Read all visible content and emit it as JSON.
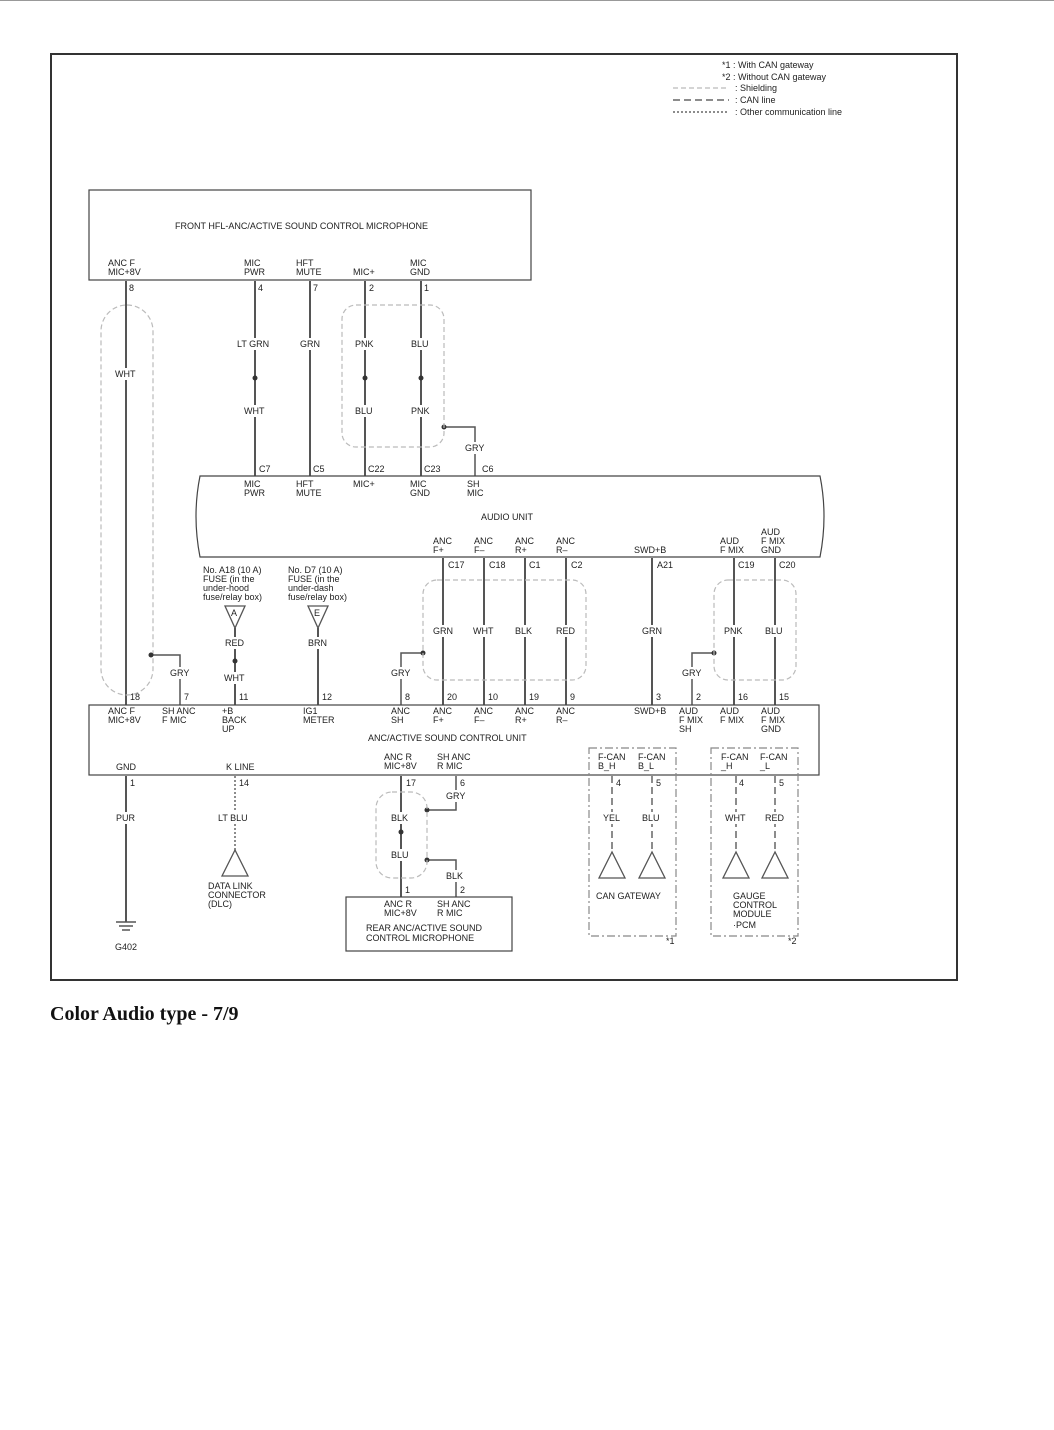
{
  "caption": "Color Audio type - 7/9",
  "legend": {
    "note1": "*1 : With CAN gateway",
    "note2": "*2 : Without CAN gateway",
    "shielding": ": Shielding",
    "can_line": ": CAN line",
    "other_comm": ": Other communication line"
  },
  "front_mic": {
    "title": "FRONT HFL-ANC/ACTIVE SOUND CONTROL MICROPHONE",
    "pins": [
      {
        "label1": "ANC F",
        "label2": "MIC+8V",
        "num": "8"
      },
      {
        "label1": "MIC",
        "label2": "PWR",
        "num": "4"
      },
      {
        "label1": "HFT",
        "label2": "MUTE",
        "num": "7"
      },
      {
        "label1": "MIC+",
        "label2": "",
        "num": "2"
      },
      {
        "label1": "MIC",
        "label2": "GND",
        "num": "1"
      }
    ]
  },
  "wires_upper": {
    "wht_left": "WHT",
    "lt_grn": "LT GRN",
    "grn": "GRN",
    "pnk": "PNK",
    "blu": "BLU",
    "wht2": "WHT",
    "blu2": "BLU",
    "pnk2": "PNK",
    "gry": "GRY"
  },
  "audio_unit": {
    "title": "AUDIO UNIT",
    "top_pins": [
      {
        "num": "C7",
        "label1": "MIC",
        "label2": "PWR"
      },
      {
        "num": "C5",
        "label1": "HFT",
        "label2": "MUTE"
      },
      {
        "num": "C22",
        "label1": "MIC+",
        "label2": ""
      },
      {
        "num": "C23",
        "label1": "MIC",
        "label2": "GND"
      },
      {
        "num": "C6",
        "label1": "SH",
        "label2": "MIC"
      }
    ],
    "bottom_pins": [
      {
        "label1": "ANC",
        "label2": "F+",
        "num": "C17"
      },
      {
        "label1": "ANC",
        "label2": "F–",
        "num": "C18"
      },
      {
        "label1": "ANC",
        "label2": "R+",
        "num": "C1"
      },
      {
        "label1": "ANC",
        "label2": "R–",
        "num": "C2"
      },
      {
        "label1": "SWD+B",
        "label2": "",
        "num": "A21"
      },
      {
        "label1": "AUD",
        "label2": "F MIX",
        "num": "C19"
      },
      {
        "label1": "AUD",
        "label2": "F MIX",
        "label3": "GND",
        "num": "C20"
      }
    ]
  },
  "fuses": {
    "a18": {
      "l1": "No. A18 (10 A)",
      "l2": "FUSE (in the",
      "l3": "under-hood",
      "l4": "fuse/relay box)",
      "letter": "A"
    },
    "d7": {
      "l1": "No. D7 (10 A)",
      "l2": "FUSE (in the",
      "l3": "under-dash",
      "l4": "fuse/relay box)",
      "letter": "E"
    }
  },
  "wires_middle": {
    "red": "RED",
    "wht": "WHT",
    "brn": "BRN",
    "gry_left": "GRY",
    "gry_mid": "GRY",
    "gry_right": "GRY",
    "grn": "GRN",
    "wht_anc": "WHT",
    "blk": "BLK",
    "red_anc": "RED",
    "grn_swd": "GRN",
    "pnk": "PNK",
    "blu": "BLU"
  },
  "anc_unit": {
    "title": "ANC/ACTIVE SOUND CONTROL UNIT",
    "top_pins": [
      {
        "num": "18",
        "label1": "ANC F",
        "label2": "MIC+8V"
      },
      {
        "num": "7",
        "label1": "SH ANC",
        "label2": "F MIC"
      },
      {
        "num": "11",
        "label1": "+B",
        "label2": "BACK",
        "label3": "UP"
      },
      {
        "num": "12",
        "label1": "IG1",
        "label2": "METER"
      },
      {
        "num": "8",
        "label1": "ANC",
        "label2": "SH"
      },
      {
        "num": "20",
        "label1": "ANC",
        "label2": "F+"
      },
      {
        "num": "10",
        "label1": "ANC",
        "label2": "F–"
      },
      {
        "num": "19",
        "label1": "ANC",
        "label2": "R+"
      },
      {
        "num": "9",
        "label1": "ANC",
        "label2": "R–"
      },
      {
        "num": "3",
        "label1": "SWD+B",
        "label2": ""
      },
      {
        "num": "2",
        "label1": "AUD",
        "label2": "F MIX",
        "label3": "SH"
      },
      {
        "num": "16",
        "label1": "AUD",
        "label2": "F MIX"
      },
      {
        "num": "15",
        "label1": "AUD",
        "label2": "F MIX",
        "label3": "GND"
      }
    ],
    "bottom_pins": [
      {
        "label1": "GND",
        "label2": "",
        "num": "1"
      },
      {
        "label1": "K LINE",
        "label2": "",
        "num": "14"
      },
      {
        "label1": "ANC R",
        "label2": "MIC+8V",
        "num": "17"
      },
      {
        "label1": "SH ANC",
        "label2": "R MIC",
        "num": "6"
      },
      {
        "label1": "F-CAN",
        "label2": "B_H",
        "num": "4"
      },
      {
        "label1": "F-CAN",
        "label2": "B_L",
        "num": "5"
      },
      {
        "label1": "F-CAN",
        "label2": "_H",
        "num": "4"
      },
      {
        "label1": "F-CAN",
        "label2": "_L",
        "num": "5"
      }
    ]
  },
  "wires_lower": {
    "pur": "PUR",
    "lt_blu": "LT BLU",
    "blk": "BLK",
    "gry": "GRY",
    "blu": "BLU",
    "blk2": "BLK",
    "yel": "YEL",
    "blu_can": "BLU",
    "wht": "WHT",
    "red": "RED"
  },
  "ground": "G402",
  "dlc": {
    "l1": "DATA LINK",
    "l2": "CONNECTOR",
    "l3": "(DLC)"
  },
  "rear_mic": {
    "pins": [
      {
        "num": "1",
        "label1": "ANC R",
        "label2": "MIC+8V"
      },
      {
        "num": "2",
        "label1": "SH ANC",
        "label2": "R MIC"
      }
    ],
    "title1": "REAR ANC/ACTIVE SOUND",
    "title2": "CONTROL MICROPHONE"
  },
  "can_gateway": {
    "label": "CAN GATEWAY",
    "note": "*1"
  },
  "gauge": {
    "l1": "GAUGE",
    "l2": "CONTROL",
    "l3": "MODULE",
    "l4": "·PCM",
    "note": "*2"
  }
}
